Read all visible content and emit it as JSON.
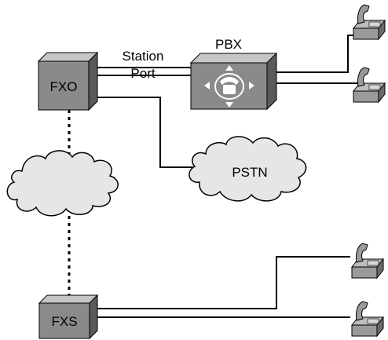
{
  "diagram": {
    "fxo_label": "FXO",
    "fxs_label": "FXS",
    "pbx_label": "PBX",
    "station_port_line1": "Station",
    "station_port_line2": "Port",
    "pstn_label": "PSTN"
  },
  "colors": {
    "device_face": "#8a8a8a",
    "device_top": "#c6c6c6",
    "device_side": "#5a5a5a",
    "cloud_fill": "#e6e6e6",
    "phone_fill": "#9a9a9a",
    "line": "#000000"
  }
}
